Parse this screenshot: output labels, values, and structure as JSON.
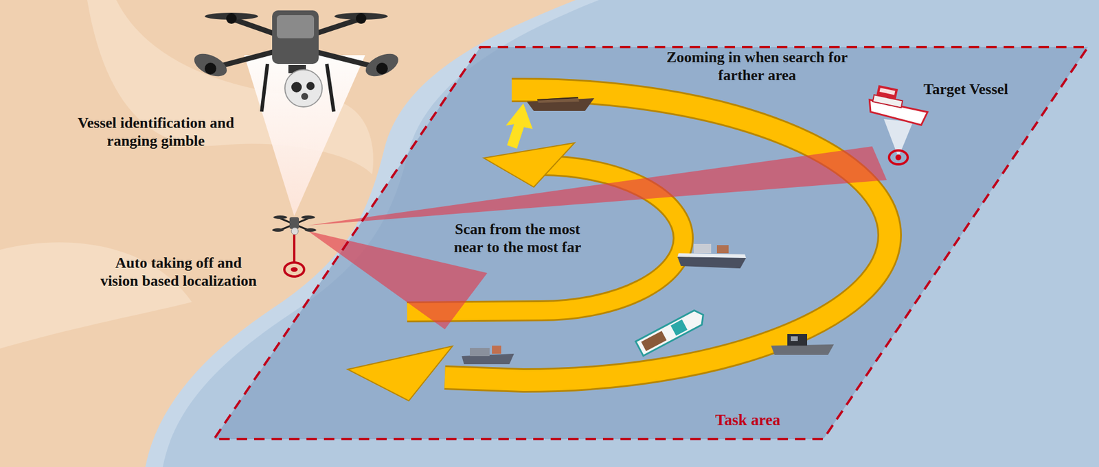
{
  "diagram": {
    "nodes": [
      {
        "text": [
          "Task area"
        ]
      }
    ],
    "labels": [
      "Zooming in when search for farther area",
      "Target Vessel",
      "Vessel identification and ranging gimble",
      "Auto taking off and vision based localization",
      "Scan from the most near to the most far"
    ]
  }
}
